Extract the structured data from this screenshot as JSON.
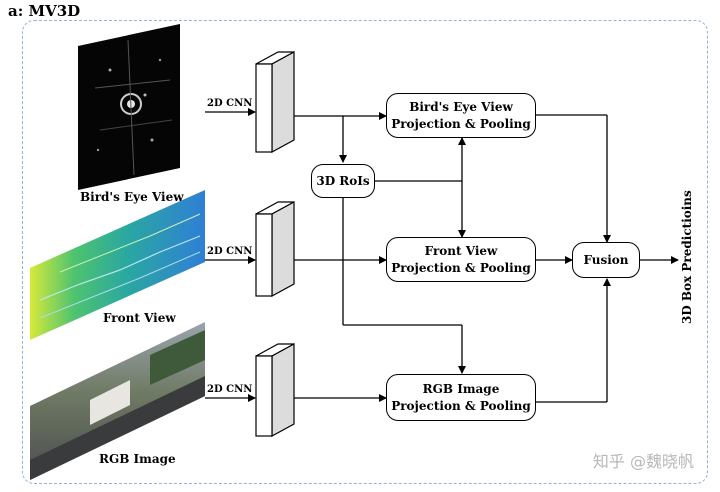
{
  "title": "a: MV3D",
  "inputs": {
    "birds_eye": "Bird's Eye View",
    "front": "Front View",
    "rgb": "RGB Image"
  },
  "cnn_label": "2D CNN",
  "rois": "3D RoIs",
  "projections": {
    "bev": [
      "Bird's Eye View",
      "Projection & Pooling"
    ],
    "fv": [
      "Front View",
      "Projection & Pooling"
    ],
    "rgb": [
      "RGB Image",
      "Projection & Pooling"
    ]
  },
  "fusion": "Fusion",
  "output": "3D Box Predictioins",
  "watermark": "知乎 @魏晓帆",
  "colors": {
    "frame": "#8bb6d6",
    "lidar_bg": "#050505",
    "front_base": "#2aa8a0"
  }
}
